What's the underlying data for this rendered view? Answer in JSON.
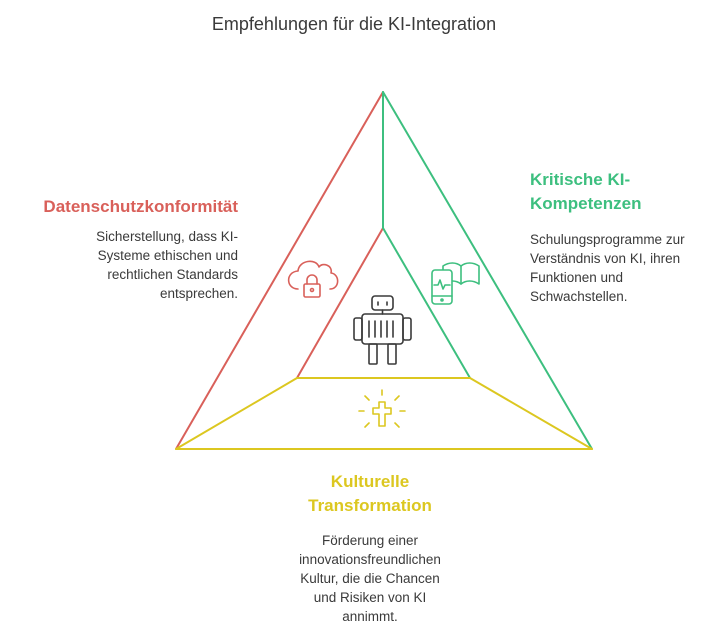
{
  "title": "Empfehlungen für die KI-Integration",
  "colors": {
    "privacy": "#d9605a",
    "competence": "#3dbf7f",
    "culture": "#dcc720",
    "center": "#3a3a3a"
  },
  "sections": {
    "privacy": {
      "heading": "Datenschutzkonformität",
      "description": "Sicherstellung, dass KI-Systeme ethischen und rechtlichen Standards entsprechen.",
      "icon": "cloud-lock-icon"
    },
    "competence": {
      "heading": "Kritische KI-Kompetenzen",
      "description": "Schulungsprogramme zur Verständnis von KI, ihren Funktionen und Schwachstellen.",
      "icon": "phone-book-icon"
    },
    "culture": {
      "heading": "Kulturelle Transformation",
      "description": "Förderung einer innovationsfreundlichen Kultur, die die Chancen und Risiken von KI annimmt.",
      "icon": "radiant-cross-icon"
    }
  },
  "center_icon": "robot-icon"
}
